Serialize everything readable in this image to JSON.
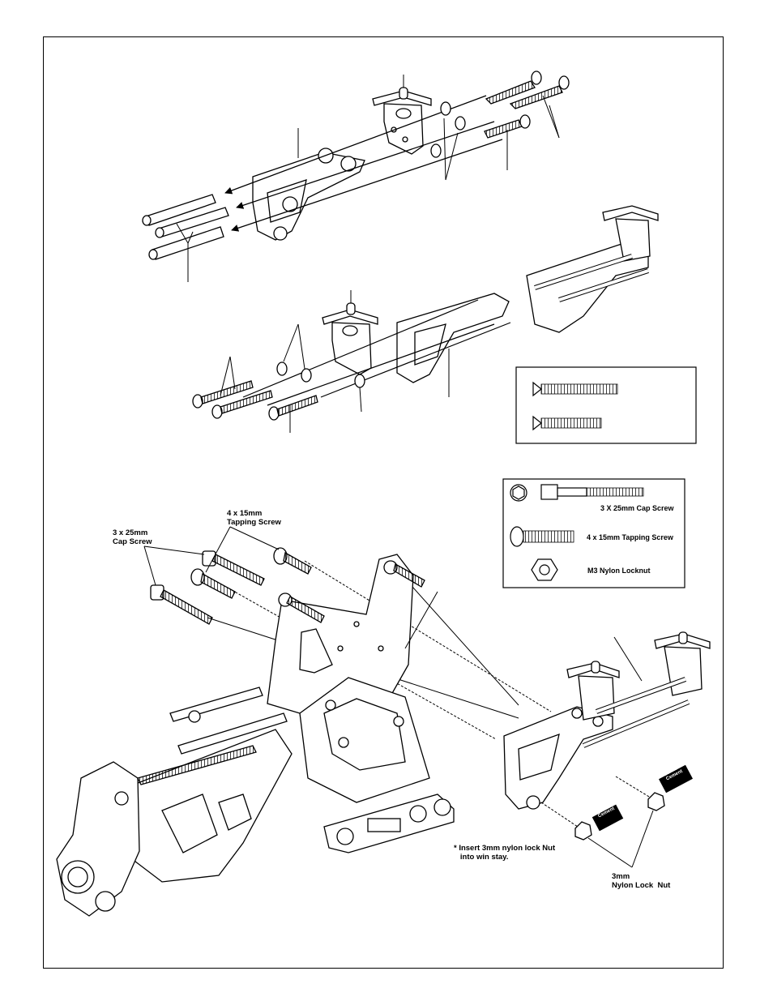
{
  "screw_legend": {
    "cap_screw": "3 X 25mm Cap Screw",
    "tapping_screw": "4 x 15mm Tapping Screw",
    "locknut": "M3 Nylon Locknut"
  },
  "callouts": {
    "cap_screw_label": "3 x 25mm\nCap Screw",
    "tapping_screw_label": "4 x 15mm\nTapping Screw",
    "nylon_lock_nut_label": "3mm\nNylon Lock  Nut",
    "insert_note": "* Insert 3mm nylon lock Nut\n   into win stay.",
    "screw_cement_1": "Screw\nCement",
    "screw_cement_2": "Screw\nCement"
  }
}
